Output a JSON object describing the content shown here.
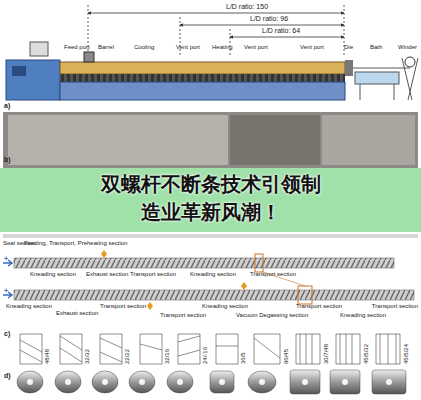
{
  "diagram": {
    "title": "双螺杆不断条技术引领制造业革新风潮！",
    "labels": [
      "L/D ratio: 150",
      "L/D ratio: 96",
      "L/D ratio: 64",
      "Feed port",
      "Barrel",
      "Cooling",
      "Vent port",
      "Heating",
      "Vent port",
      "Vent port",
      "Die",
      "Bath",
      "Winder",
      "a)",
      "b)",
      "Seal section",
      "Feeding, Transport, Preheating section",
      "+",
      "Kneading section",
      "Exhaust section",
      "Transport section",
      "Kneading section",
      "Transport section",
      "+",
      "Kneading section",
      "Exhaust section",
      "Transport section",
      "Transport section",
      "Kneading section",
      "Vacuum Degassing section",
      "Transport section",
      "Kneading section",
      "Transport section",
      "c)",
      "48/48",
      "32/32",
      "22/22",
      "32/16",
      "24/-16",
      "36/5",
      "96/45",
      "30/7/48",
      "45/5/32",
      "45/5/24",
      "d)"
    ]
  }
}
